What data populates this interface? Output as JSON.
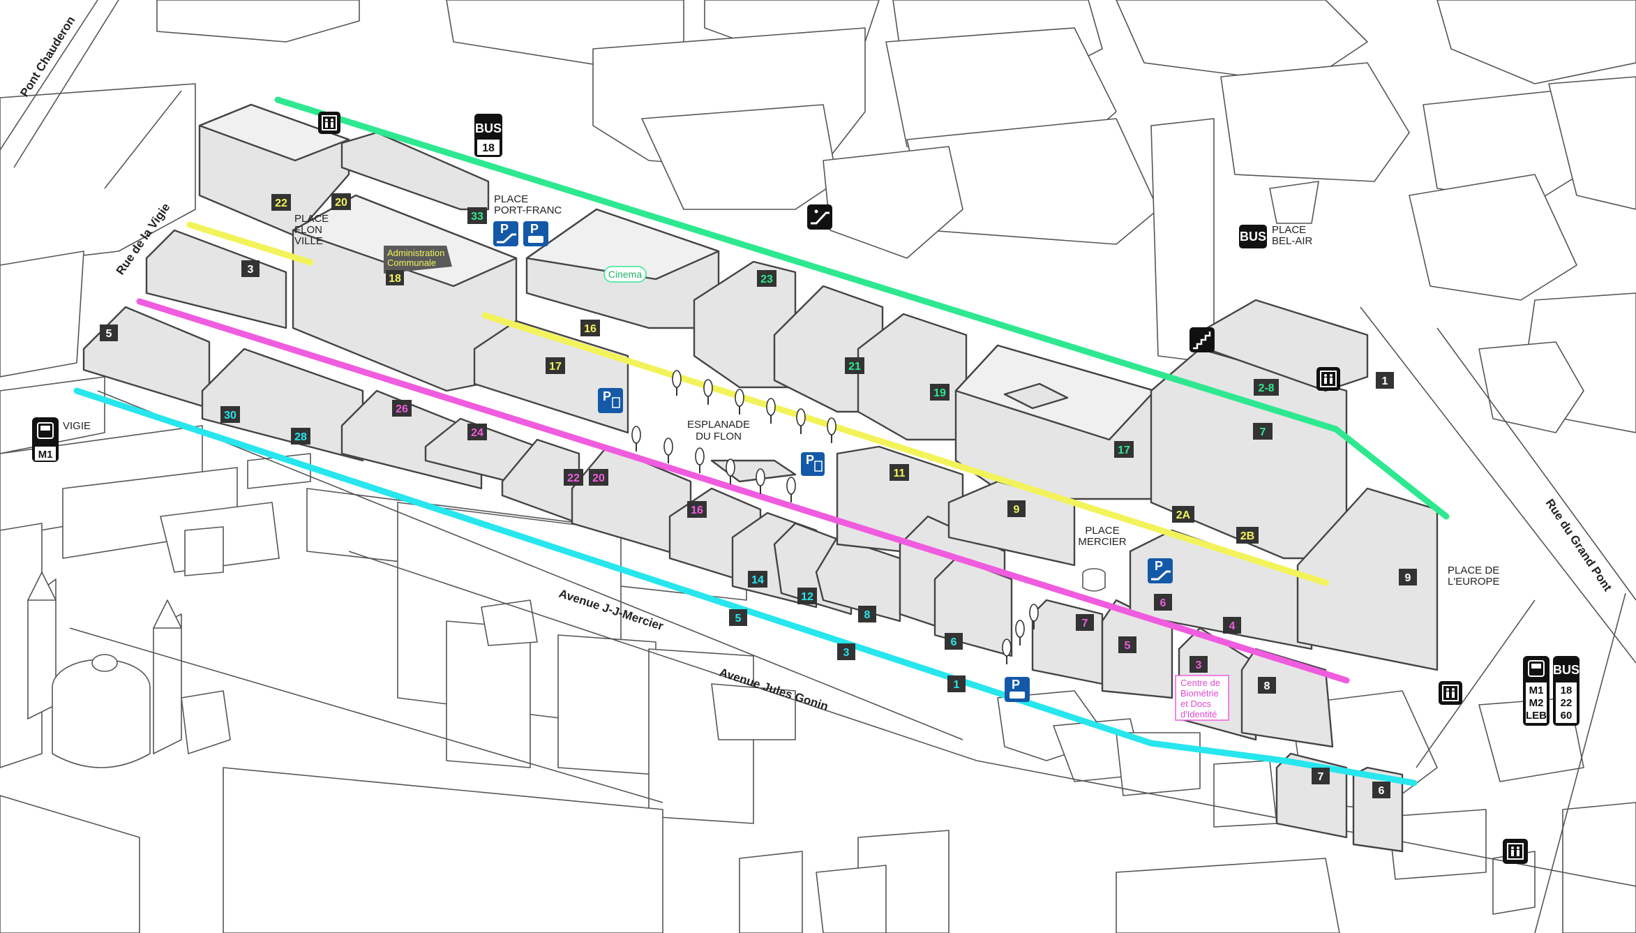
{
  "colors": {
    "green": "#2ee88f",
    "yellow": "#f2f35a",
    "magenta": "#f05cdf",
    "cyan": "#27e6ee",
    "building": "#e5e5e5",
    "icon_dark": "#111111",
    "icon_blue": "#1459a8"
  },
  "streets": [
    {
      "name": "Pont Chauderon"
    },
    {
      "name": "Rue de la Vigie"
    },
    {
      "name": "Avenue J-J-Mercier"
    },
    {
      "name": "Avenue Jules Gonin"
    },
    {
      "name": "Rue du Grand Pont"
    }
  ],
  "places": [
    {
      "lines": [
        "PLACE",
        "FLON",
        "VILLE"
      ]
    },
    {
      "lines": [
        "PLACE",
        "PORT-FRANC"
      ]
    },
    {
      "lines": [
        "PLACE",
        "BEL-AIR"
      ]
    },
    {
      "lines": [
        "ESPLANADE",
        "DU FLON"
      ]
    },
    {
      "lines": [
        "PLACE",
        "MERCIER"
      ]
    },
    {
      "lines": [
        "PLACE DE",
        "L'EUROPE"
      ]
    },
    {
      "lines": [
        "VIGIE"
      ]
    }
  ],
  "poi": {
    "admin": [
      "Administration",
      "Communale",
      "18"
    ],
    "cinema": "Cinema",
    "biometrie": [
      "Centre de",
      "Biométrie",
      "et Docs",
      "d'Identité"
    ]
  },
  "numbers": {
    "green": [
      "22",
      "20",
      "33",
      "23",
      "21",
      "19",
      "17",
      "2-8",
      "7",
      "1"
    ],
    "yellow": [
      "3",
      "16",
      "17",
      "11",
      "9",
      "2A",
      "2B"
    ],
    "magenta": [
      "26",
      "24",
      "22",
      "20",
      "16",
      "6",
      "4",
      "7",
      "5",
      "3"
    ],
    "cyan": [
      "30",
      "28",
      "14",
      "12",
      "8",
      "6",
      "5",
      "3",
      "1"
    ],
    "white": [
      "5",
      "9",
      "8",
      "7",
      "6",
      "1"
    ]
  },
  "transport": {
    "bus_port_franc": {
      "label": "BUS",
      "line": "18"
    },
    "bus_bel_air": {
      "label": "BUS"
    },
    "metro_vigie": {
      "line": "M1"
    },
    "flon_metro_lines": [
      "M1",
      "M2",
      "LEB"
    ],
    "flon_bus_label": "BUS",
    "flon_bus_lines": [
      "18",
      "22",
      "60"
    ],
    "parking_letter": "P"
  },
  "icons": [
    "lift-icon",
    "bus-icon",
    "escalator-icon",
    "stairs-icon",
    "metro-icon",
    "parking-icon",
    "parking-bus-icon",
    "parking-lift-icon",
    "parking-escalator-icon",
    "tree-icon"
  ]
}
